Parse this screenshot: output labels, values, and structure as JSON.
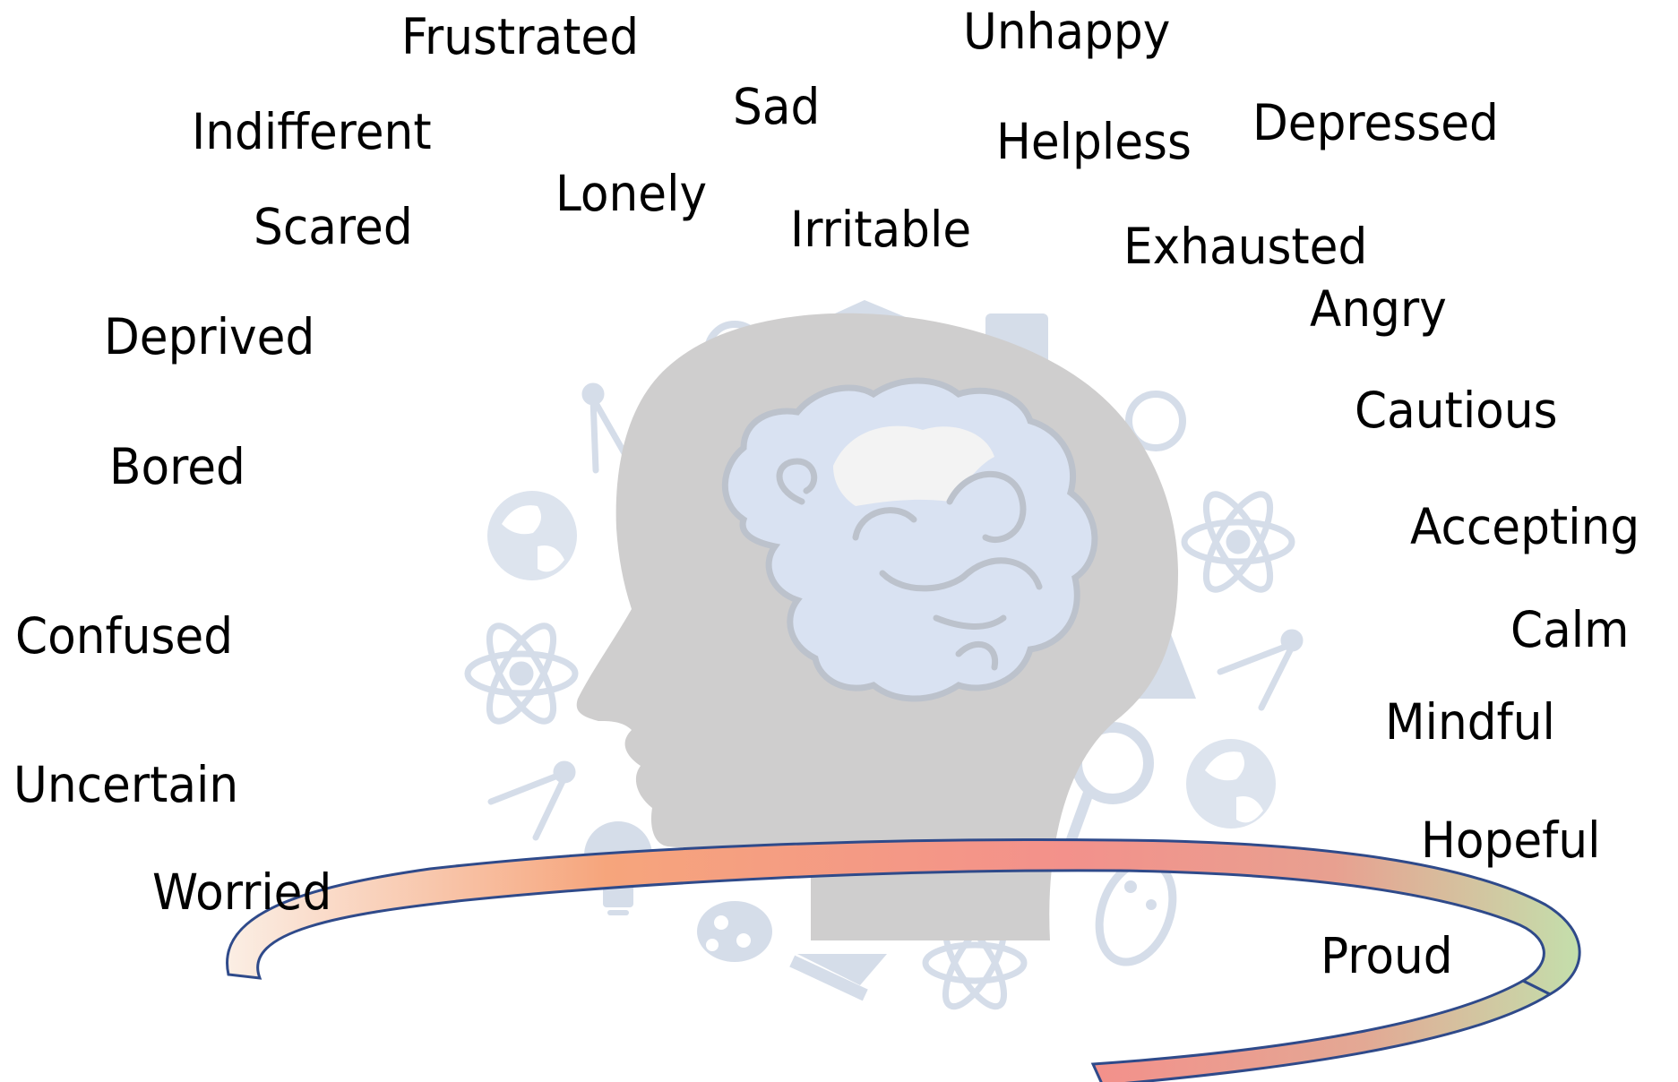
{
  "colors": {
    "background": "#ffffff",
    "head": "#cfcece",
    "brain": "#d9e2f2",
    "brain_inner": "#f3f3f3",
    "icons": "#d5dde9",
    "band_start": "#fbeee4",
    "band_orange": "#f6a57c",
    "band_salmon": "#f3918b",
    "band_green": "#c4deab",
    "band_outline": "#2f4a8a",
    "text": "#000000"
  },
  "words": {
    "frustrated": "Frustrated",
    "unhappy": "Unhappy",
    "sad": "Sad",
    "indifferent": "Indifferent",
    "helpless": "Helpless",
    "depressed": "Depressed",
    "lonely": "Lonely",
    "scared": "Scared",
    "irritable": "Irritable",
    "exhausted": "Exhausted",
    "angry": "Angry",
    "deprived": "Deprived",
    "cautious": "Cautious",
    "bored": "Bored",
    "accepting": "Accepting",
    "calm": "Calm",
    "confused": "Confused",
    "mindful": "Mindful",
    "uncertain": "Uncertain",
    "hopeful": "Hopeful",
    "worried": "Worried",
    "proud": "Proud"
  },
  "icons": [
    "compass-icon",
    "globe-icon",
    "atom-icon",
    "lightbulb-icon",
    "palette-icon",
    "ruler-icon",
    "magnifier-icon",
    "flask-icon",
    "triangle-icon",
    "footprint-icon"
  ]
}
